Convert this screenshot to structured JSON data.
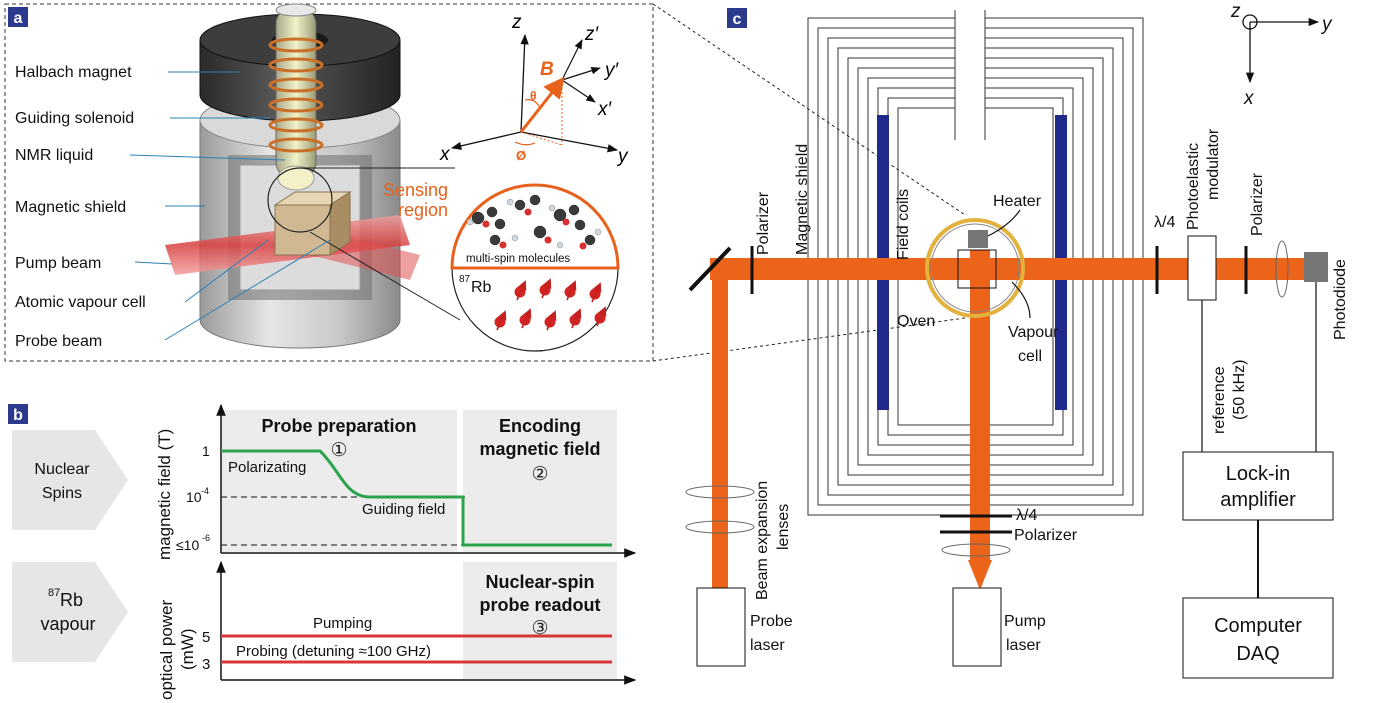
{
  "panels": {
    "a": {
      "badge": "a",
      "labels": [
        "Halbach magnet",
        "Guiding solenoid",
        "NMR liquid",
        "Magnetic shield",
        "Pump beam",
        "Atomic vapour cell",
        "Probe beam"
      ],
      "axes": {
        "z": "z",
        "zp": "z′",
        "yp": "y′",
        "xp": "x′",
        "x": "x",
        "y": "y",
        "B": "B",
        "theta": "θ",
        "phi": "Ø"
      },
      "sensing_region": [
        "Sensing",
        "region"
      ],
      "molecules_label": "multi-spin molecules",
      "rb_label": {
        "sup": "87",
        "base": "Rb"
      }
    },
    "b": {
      "badge": "b",
      "row_labels": {
        "nuclear": [
          "Nuclear",
          "Spins"
        ],
        "rb": {
          "sup": "87",
          "base": "Rb",
          "line2": "vapour"
        }
      },
      "top_plot": {
        "ylabel": "magnetic field (T)",
        "ticks": {
          "t1": "1",
          "t2_base": "10",
          "t2_exp": "-4",
          "t3_base": "≤10",
          "t3_exp": "-6"
        },
        "phase1_title": "Probe preparation",
        "phase1_num": "①",
        "phase2_title": [
          "Encoding",
          "magnetic field"
        ],
        "phase2_num": "②",
        "polarizing": "Polarizating",
        "guiding": "Guiding field"
      },
      "bottom_plot": {
        "ylabel": [
          "optical power",
          "(mW)"
        ],
        "ticks": [
          "5",
          "3"
        ],
        "phase3_title": [
          "Nuclear-spin",
          "probe readout"
        ],
        "phase3_num": "③",
        "pumping": "Pumping",
        "probing": "Probing (detuning ≈100 GHz)"
      },
      "colors": {
        "field_curve": "#2ca34a",
        "power_lines": "#d8363a",
        "phase_bg": "#ececec"
      }
    },
    "c": {
      "badge": "c",
      "coords": {
        "z": "z",
        "y": "y",
        "x": "x"
      },
      "labels": {
        "magnetic_shield": "Magnetic shield",
        "field_coils": "Field coils",
        "heater": "Heater",
        "oven": "Oven",
        "vapour_cell": [
          "Vapour",
          "cell"
        ],
        "polarizer_left": "Polarizer",
        "lambda4_right": "λ/4",
        "pem": [
          "Photoelastic",
          "modulator"
        ],
        "polarizer_right": "Polarizer",
        "photodiode": "Photodiode",
        "reference": [
          "reference",
          "(50 kHz)"
        ],
        "lockin": [
          "Lock-in",
          "amplifier"
        ],
        "computer": [
          "Computer",
          "DAQ"
        ],
        "lambda4_pump": "λ/4",
        "polarizer_pump": "Polarizer",
        "beam_exp": [
          "Beam expansion",
          "lenses"
        ],
        "probe_laser": [
          "Probe",
          "laser"
        ],
        "pump_laser": [
          "Pump",
          "laser"
        ]
      },
      "colors": {
        "beam": "#ec6419",
        "coils": "#1f2a8a",
        "oven": "#e3b23c"
      }
    }
  }
}
